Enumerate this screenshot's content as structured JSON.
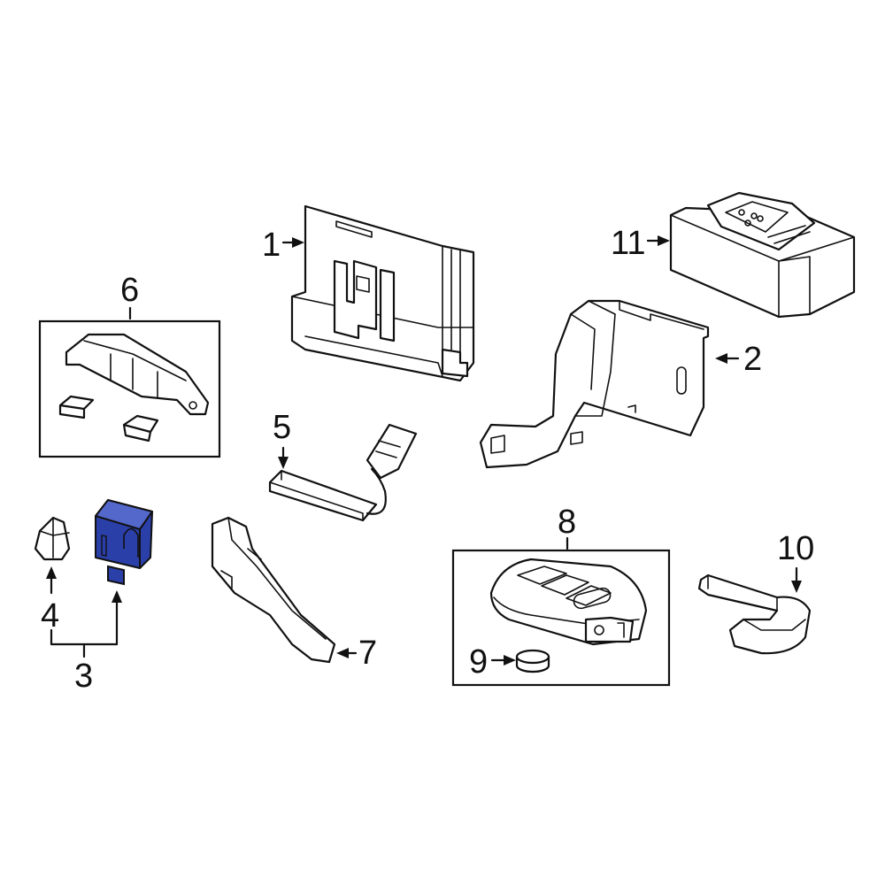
{
  "colors": {
    "highlight": "#2b3fa8",
    "highlight_light": "#5468cc",
    "line": "#111111",
    "background": "#ffffff"
  },
  "callouts": {
    "c1": "1",
    "c2": "2",
    "c3": "3",
    "c4": "4",
    "c5": "5",
    "c6": "6",
    "c7": "7",
    "c8": "8",
    "c9": "9",
    "c10": "10",
    "c11": "11"
  }
}
